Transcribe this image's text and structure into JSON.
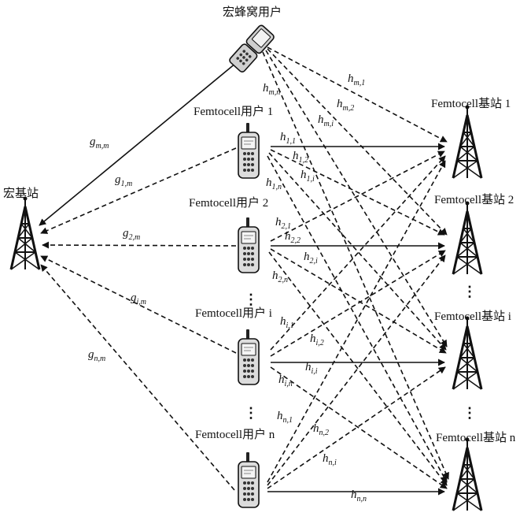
{
  "nodes": {
    "macro_user": "宏蜂窝用户",
    "macro_bs": "宏基站",
    "users": [
      "Femtocell用户 1",
      "Femtocell用户 2",
      "Femtocell用户 i",
      "Femtocell用户 n"
    ],
    "stations": [
      "Femtocell基站 1",
      "Femtocell基站 2",
      "Femtocell基站 i",
      "Femtocell基站 n"
    ]
  },
  "dots": {
    "user": "⋮",
    "station": "⋮"
  },
  "labels": {
    "g_mm": {
      "base": "g",
      "sub": "m,m"
    },
    "g_1m": {
      "base": "g",
      "sub": "1,m"
    },
    "g_2m": {
      "base": "g",
      "sub": "2,m"
    },
    "g_im": {
      "base": "g",
      "sub": "i,m"
    },
    "g_nm": {
      "base": "g",
      "sub": "n,m"
    },
    "h_mn": {
      "base": "h",
      "sub": "m,n"
    },
    "h_m1": {
      "base": "h",
      "sub": "m,1"
    },
    "h_m2": {
      "base": "h",
      "sub": "m,2"
    },
    "h_mi": {
      "base": "h",
      "sub": "m,i"
    },
    "h_11": {
      "base": "h",
      "sub": "1,1"
    },
    "h_12": {
      "base": "h",
      "sub": "1,2"
    },
    "h_1i": {
      "base": "h",
      "sub": "1,i"
    },
    "h_1n": {
      "base": "h",
      "sub": "1,n"
    },
    "h_21": {
      "base": "h",
      "sub": "2,1"
    },
    "h_22": {
      "base": "h",
      "sub": "2,2"
    },
    "h_2i": {
      "base": "h",
      "sub": "2,i"
    },
    "h_2n": {
      "base": "h",
      "sub": "2,n"
    },
    "h_i1": {
      "base": "h",
      "sub": "i,1"
    },
    "h_i2": {
      "base": "h",
      "sub": "i,2"
    },
    "h_ii": {
      "base": "h",
      "sub": "i,i"
    },
    "h_in": {
      "base": "h",
      "sub": "i,n"
    },
    "h_n1": {
      "base": "h",
      "sub": "n,1"
    },
    "h_n2": {
      "base": "h",
      "sub": "n,2"
    },
    "h_ni": {
      "base": "h",
      "sub": "n,i"
    },
    "h_nn": {
      "base": "h",
      "sub": "n,n"
    }
  }
}
